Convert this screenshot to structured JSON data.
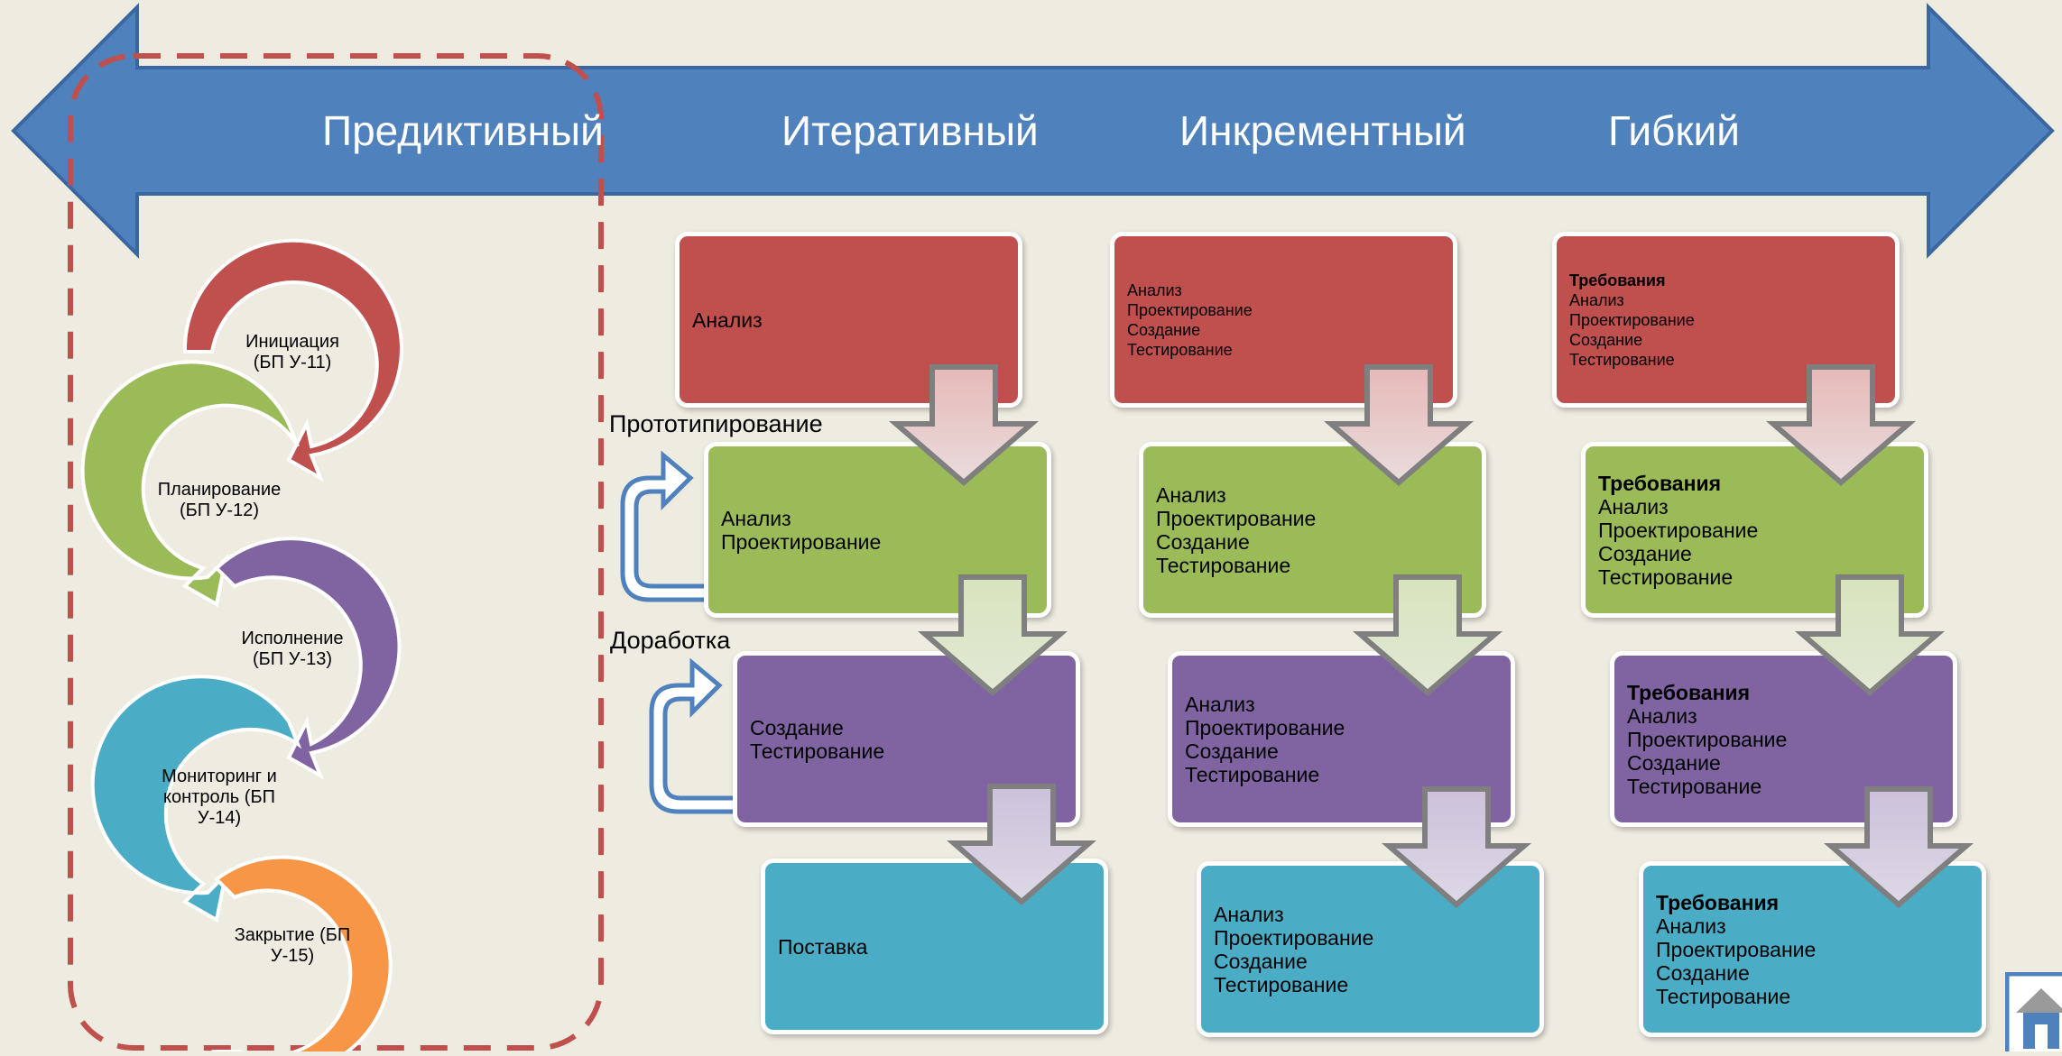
{
  "arrow_labels": [
    "Предиктивный",
    "Итеративный",
    "Инкрементный",
    "Гибкий"
  ],
  "cycle": [
    {
      "text": "Инициация\n(БП У-11)",
      "color": "#c0504d"
    },
    {
      "text": "Планирование\n(БП У-12)",
      "color": "#9bbb59"
    },
    {
      "text": "Исполнение\n(БП У-13)",
      "color": "#8064a2"
    },
    {
      "text": "Мониторинг и\nконтроль    (БП\nУ-14)",
      "color": "#4bacc6"
    },
    {
      "text": "Закрытие   (БП\nУ-15)",
      "color": "#f79646"
    }
  ],
  "iterative": {
    "analysis": "Анализ",
    "prototyping_label": "Прототипирование",
    "design": [
      "Анализ",
      "Проектирование"
    ],
    "rework_label": "Доработка",
    "build": [
      "Создание",
      "Тестирование"
    ],
    "delivery": "Поставка"
  },
  "incremental": {
    "steps": [
      "Анализ",
      "Проектирование",
      "Создание",
      "Тестирование"
    ]
  },
  "agile": {
    "header": "Требования",
    "steps": [
      "Анализ",
      "Проектирование",
      "Создание",
      "Тестирование"
    ]
  },
  "colors": {
    "background": "#eeebe1",
    "arrow": "#4f81bd",
    "arrow_border": "#3a67a0",
    "dashed": "#c0504d",
    "red": "#c0504d",
    "green": "#9bbb59",
    "purple": "#8064a2",
    "cyan": "#4bacc6",
    "orange": "#f79646"
  },
  "icons": [
    "home-icon"
  ]
}
